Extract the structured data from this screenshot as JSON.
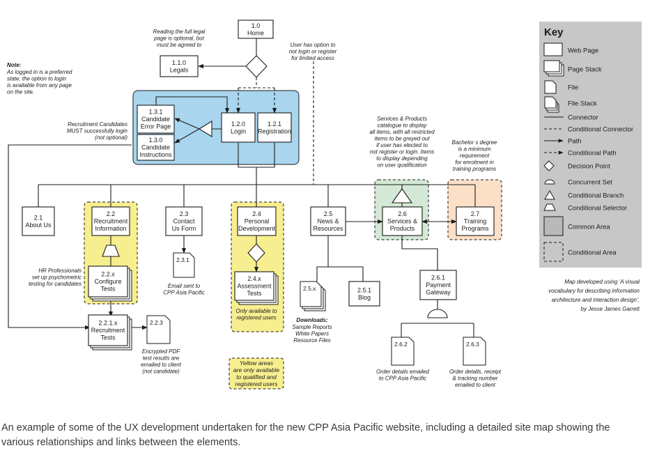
{
  "nodes": {
    "home": [
      "1.0",
      "Home"
    ],
    "legals": [
      "1.1.0",
      "Legals"
    ],
    "login": [
      "1.2.0",
      "Login"
    ],
    "registration": [
      "1.2.1",
      "Registration"
    ],
    "candidate_error": [
      "1.3.1",
      "Candidate",
      "Error Page"
    ],
    "candidate_instructions": [
      "1.3.0",
      "Candidate",
      "Instructions"
    ],
    "about": [
      "2.1",
      "About Us"
    ],
    "recruitment_info": [
      "2.2",
      "Recruitment",
      "Information"
    ],
    "contact": [
      "2.3",
      "Contact",
      "Us Form"
    ],
    "personal_dev": [
      "2.4",
      "Personal",
      "Development"
    ],
    "news": [
      "2.5",
      "News &",
      "Resources"
    ],
    "services": [
      "2.6",
      "Services &",
      "Products"
    ],
    "training": [
      "2.7",
      "Training",
      "Programs"
    ],
    "configure_tests": [
      "2.2.x",
      "Configure",
      "Tests"
    ],
    "assessment_tests": [
      "2.4.x",
      "Assessment",
      "Tests"
    ],
    "recruitment_tests": [
      "2.2.1.x",
      "Recruitment",
      "Tests"
    ],
    "blog": [
      "2.5.1",
      "Blog"
    ],
    "payment": [
      "2.6.1",
      "Payment",
      "Gateway"
    ]
  },
  "files": {
    "f_231": "2.3.1",
    "f_223": "2.2.3",
    "f_25x": "2.5.x",
    "f_262": "2.6.2",
    "f_263": "2.6.3"
  },
  "notes": {
    "legal": [
      "Reading the full legal",
      "page is optional, but",
      "must be agreed to"
    ],
    "user_option": [
      "User has option to",
      "not login or register",
      "for limited access"
    ],
    "note_title": "Note:",
    "note_body": [
      "As  logged in  is a preferred",
      "state, the option to login",
      "is available from any page",
      "on the site."
    ],
    "recruitment_candidates": [
      "Recruitment Candidates",
      "MUST successfully login",
      "(not optional)"
    ],
    "services_catalogue": [
      "Services & Products",
      "catalogue to display",
      "all items, with all restricted",
      "items to be  greyed out",
      "if user has elected to",
      "not register or login. Items",
      "to display depending",
      "on user qualification"
    ],
    "bachelor": [
      "Bachelor s degree",
      "is a minimum",
      "requirement",
      "for enrolment in",
      "training programs"
    ],
    "hr": [
      "HR Professionals",
      "set up psychometric",
      "testing for candidates"
    ],
    "email_sent": [
      "Email sent to",
      "CPP Asia Pacific"
    ],
    "only_available": [
      "Only available to",
      "registered users"
    ],
    "downloads_title": "Downloads:",
    "downloads": [
      "Sample Reports",
      "White Papers",
      "Resource Files"
    ],
    "encrypted": [
      "Encrypted PDF",
      "test results are",
      "emailed to client",
      "(not candidate)"
    ],
    "order_262": [
      "Order details emailed",
      "to CPP Asia Pacific"
    ],
    "order_263": [
      "Order details, receipt",
      "& tracking number",
      "emailed to client"
    ],
    "yellow_areas": [
      "Yellow areas",
      "are only available",
      "to qualified and",
      "registered users"
    ]
  },
  "key": {
    "title": "Key",
    "items": [
      "Web Page",
      "Page Stack",
      "File",
      "File Stack",
      "Connector",
      "Conditional Connector",
      "Path",
      "Conditional Path",
      "Decision Point",
      "Concurrent Set",
      "Conditional Branch",
      "Conditional Selector",
      "Common Area",
      "Conditional Area"
    ]
  },
  "credit": [
    "Map developed using ‘A visual",
    "vocabulary for describing information",
    "architecture and interaction design’,",
    "by Jesse James Garrett"
  ],
  "caption": "An example of some of the UX development undertaken for the new CPP Asia Pacific website, including a detailed site map showing the various relationships and links between the elements.",
  "colors": {
    "common_area": "#a9d5ee",
    "green_area": "#d3e9d5",
    "yellow_area": "#f7ef8f",
    "orange_area": "#fbdfc7",
    "key_panel": "#c7c7c7",
    "line": "#1a1a1a"
  }
}
